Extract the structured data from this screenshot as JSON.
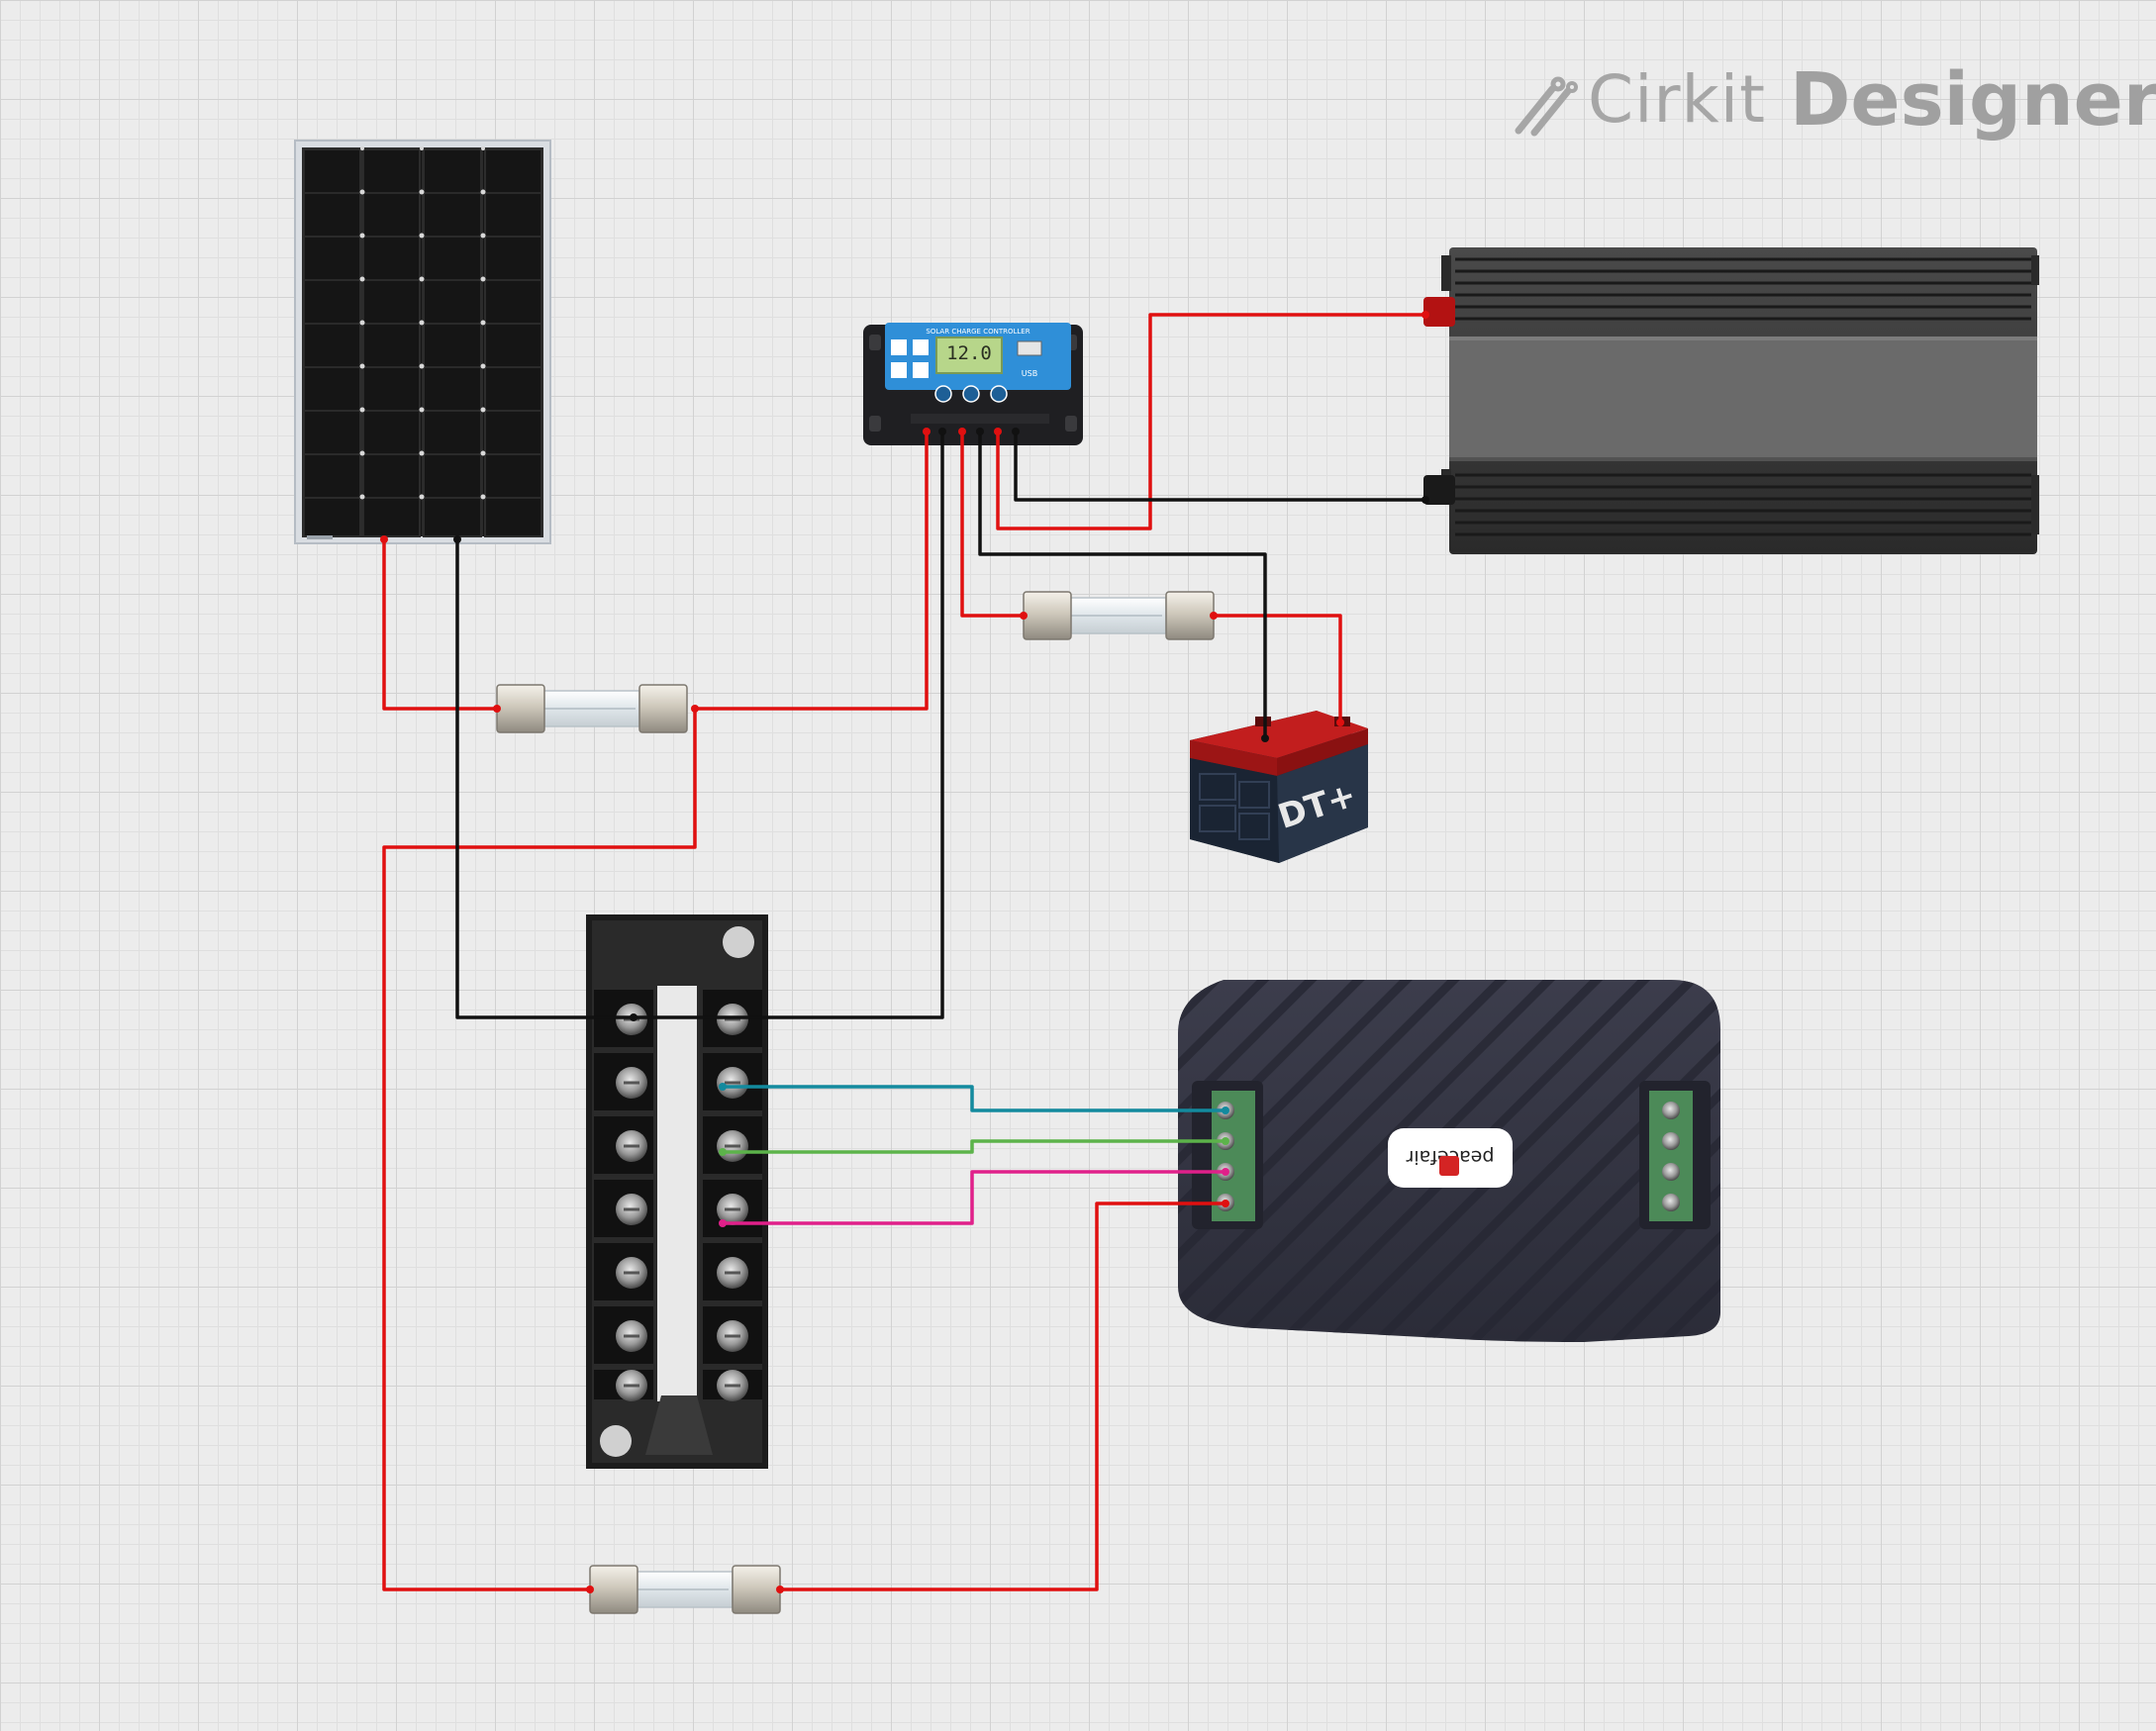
{
  "app": {
    "brand_word1": "Cirkit",
    "brand_word2": "Designer",
    "brand_color": "#a6a6a6",
    "logo_icon": "cirkit-logo-icon"
  },
  "components": {
    "solar_panel": {
      "icon": "solar-panel-icon"
    },
    "charge_controller": {
      "icon": "solar-charge-controller-icon",
      "header_text": "SOLAR CHARGE CONTROLLER",
      "display_value": "12.0",
      "usb_label": "USB",
      "accent_color": "#2f8fd8"
    },
    "inverter": {
      "icon": "power-inverter-icon"
    },
    "battery": {
      "icon": "car-battery-icon",
      "label": "DT+"
    },
    "terminal_block": {
      "icon": "terminal-block-icon",
      "terminal_count": 7
    },
    "power_meter": {
      "icon": "power-meter-icon",
      "brand_label": "peacefair",
      "terminal_count": 4
    },
    "fuses": [
      {
        "name": "fuse-solar",
        "icon": "fuse-icon"
      },
      {
        "name": "fuse-battery",
        "icon": "fuse-icon"
      },
      {
        "name": "fuse-meter",
        "icon": "fuse-icon"
      }
    ]
  },
  "wire_colors": {
    "positive": "#e01010",
    "negative": "#111111",
    "signal_blue": "#138a9e",
    "signal_green": "#5cb34a",
    "signal_pink": "#e0208a"
  }
}
